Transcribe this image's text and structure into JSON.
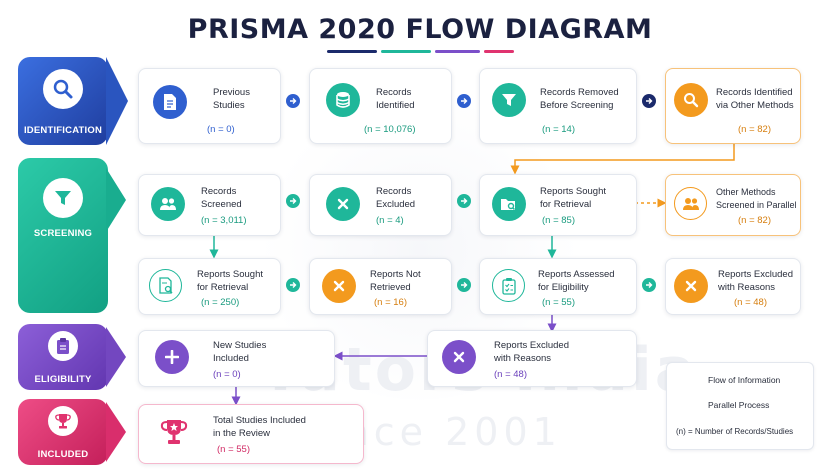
{
  "title": "PRISMA 2020 FLOW DIAGRAM",
  "colors": {
    "identification": "#2f5fcf",
    "screening": "#1fb79a",
    "eligibility": "#7b4fc9",
    "included": "#e0336f",
    "orange": "#f39a1e",
    "navy": "#1b2a6b"
  },
  "stages": [
    {
      "name": "IDENTIFICATION",
      "icon": "magnifier-icon"
    },
    {
      "name": "SCREENING",
      "icon": "funnel-icon"
    },
    {
      "name": "ELIGIBILITY",
      "icon": "clipboard-icon"
    },
    {
      "name": "INCLUDED",
      "icon": "trophy-icon"
    }
  ],
  "identification": {
    "previous_studies": {
      "line1": "Previous",
      "line2": "Studies",
      "count": "(n = 0)"
    },
    "records_identified": {
      "line1": "Records",
      "line2": "Identified",
      "count": "(n = 10,076)"
    },
    "records_removed": {
      "line1": "Records Removed",
      "line2": "Before Screening",
      "count": "(n = 14)"
    },
    "other_methods": {
      "line1": "Records Identified",
      "line2": "via Other Methods",
      "count": "(n = 82)"
    }
  },
  "screening": {
    "records_screened": {
      "line1": "Records",
      "line2": "Screened",
      "count": "(n = 3,011)"
    },
    "records_excluded": {
      "line1": "Records",
      "line2": "Excluded",
      "count": "(n = 4)"
    },
    "reports_sought_a": {
      "line1": "Reports Sought",
      "line2": "for Retrieval",
      "count": "(n = 85)"
    },
    "other_methods_screened": {
      "line1": "Other Methods",
      "line2": "Screened in Parallel",
      "count": "(n = 82)"
    },
    "reports_sought_b": {
      "line1": "Reports Sought",
      "line2": "for Retrieval",
      "count": "(n = 250)"
    },
    "reports_not_retrieved": {
      "line1": "Reports Not",
      "line2": "Retrieved",
      "count": "(n = 16)"
    },
    "reports_assessed": {
      "line1": "Reports Assessed",
      "line2": "for Eligibility",
      "count": "(n = 55)"
    },
    "reports_excluded_reasons": {
      "line1": "Reports Excluded",
      "line2": "with Reasons",
      "count": "(n = 48)"
    }
  },
  "eligibility": {
    "new_studies": {
      "line1": "New Studies",
      "line2": "Included",
      "count": "(n = 0)"
    },
    "reports_excluded": {
      "line1": "Reports Excluded",
      "line2": "with Reasons",
      "count": "(n = 48)"
    }
  },
  "included": {
    "total": {
      "line1": "Total Studies Included",
      "line2": "in the Review",
      "count": "(n = 55)"
    }
  },
  "legend": {
    "flow": "Flow of Information",
    "parallel": "Parallel Process",
    "note": "(n) = Number of Records/Studies"
  },
  "watermark": {
    "line1": "Tutors India",
    "line2": "Since 2001"
  }
}
